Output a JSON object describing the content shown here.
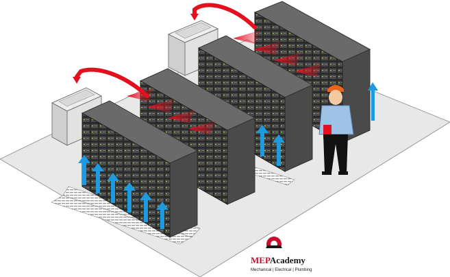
{
  "brand": {
    "name_prefix": "MEP",
    "name_suffix": "Academy",
    "tagline": "Mechanical | Electrical | Plumbing",
    "colors": {
      "red": "#c8102e",
      "dark": "#1a1a1a"
    }
  },
  "colors": {
    "hot_air": "#e3101e",
    "cold_air": "#1e9be0",
    "floor": "#e6e6e6",
    "rack_dark": "#3a3a3a",
    "rack_side": "#5a5a5a",
    "crac_unit": "#d9d9d9"
  },
  "icons": [
    "crac-unit-icon",
    "server-rack-icon",
    "hot-air-arrow-icon",
    "cold-air-arrow-icon",
    "technician-icon"
  ]
}
